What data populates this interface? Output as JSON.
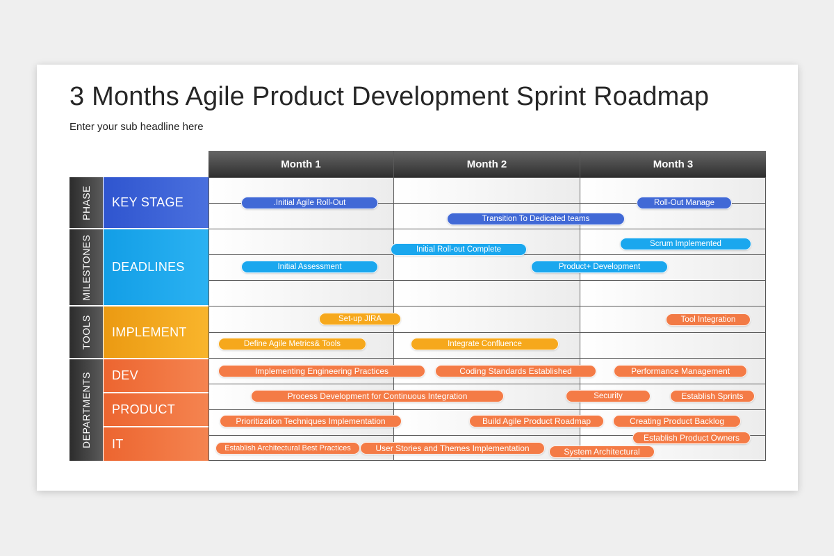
{
  "title": "3 Months Agile Product Development Sprint Roadmap",
  "subtitle": "Enter your sub headline here",
  "months": [
    "Month 1",
    "Month 2",
    "Month 3"
  ],
  "categories": [
    "PHASE",
    "MILESTONES",
    "TOOLS",
    "DEPARTMENTS"
  ],
  "row_labels": [
    "KEY STAGE",
    "DEADLINES",
    "IMPLEMENT",
    "DEV",
    "PRODUCT",
    "IT"
  ],
  "colors": {
    "header_dark": "#3a3a3a",
    "key_stage": "#3b5fd4",
    "deadlines": "#18a4ea",
    "implement": "#f4a41a",
    "departments": "#f2703a"
  },
  "tasks": {
    "initial_agile_rollout": ".Initial Agile Roll-Out",
    "rollout_manage": "Roll-Out Manage",
    "transition_teams": "Transition To Dedicated teams",
    "initial_rollout_complete": "Initial Roll-out Complete",
    "scrum_implemented": "Scrum Implemented",
    "initial_assessment": "Initial Assessment",
    "product_development": "Product+ Development",
    "setup_jira": "Set-up JIRA",
    "tool_integration": "Tool Integration",
    "define_metrics": "Define Agile Metrics& Tools",
    "integrate_confluence": "Integrate Confluence",
    "engineering_practices": "Implementing Engineering Practices",
    "coding_standards": "Coding Standards Established",
    "performance_management": "Performance Management",
    "process_development": "Process Development for Continuous Integration",
    "security": "Security",
    "establish_sprints": "Establish Sprints",
    "prioritization": "Prioritization Techniques Implementation",
    "build_roadmap": "Build Agile Product Roadmap",
    "product_backlog": "Creating Product Backlog",
    "product_owners": "Establish Product Owners",
    "architectural_practices": "Establish Architectural Best Practices",
    "user_stories": "User Stories and Themes Implementation",
    "system_architectural": "System Architectural"
  }
}
